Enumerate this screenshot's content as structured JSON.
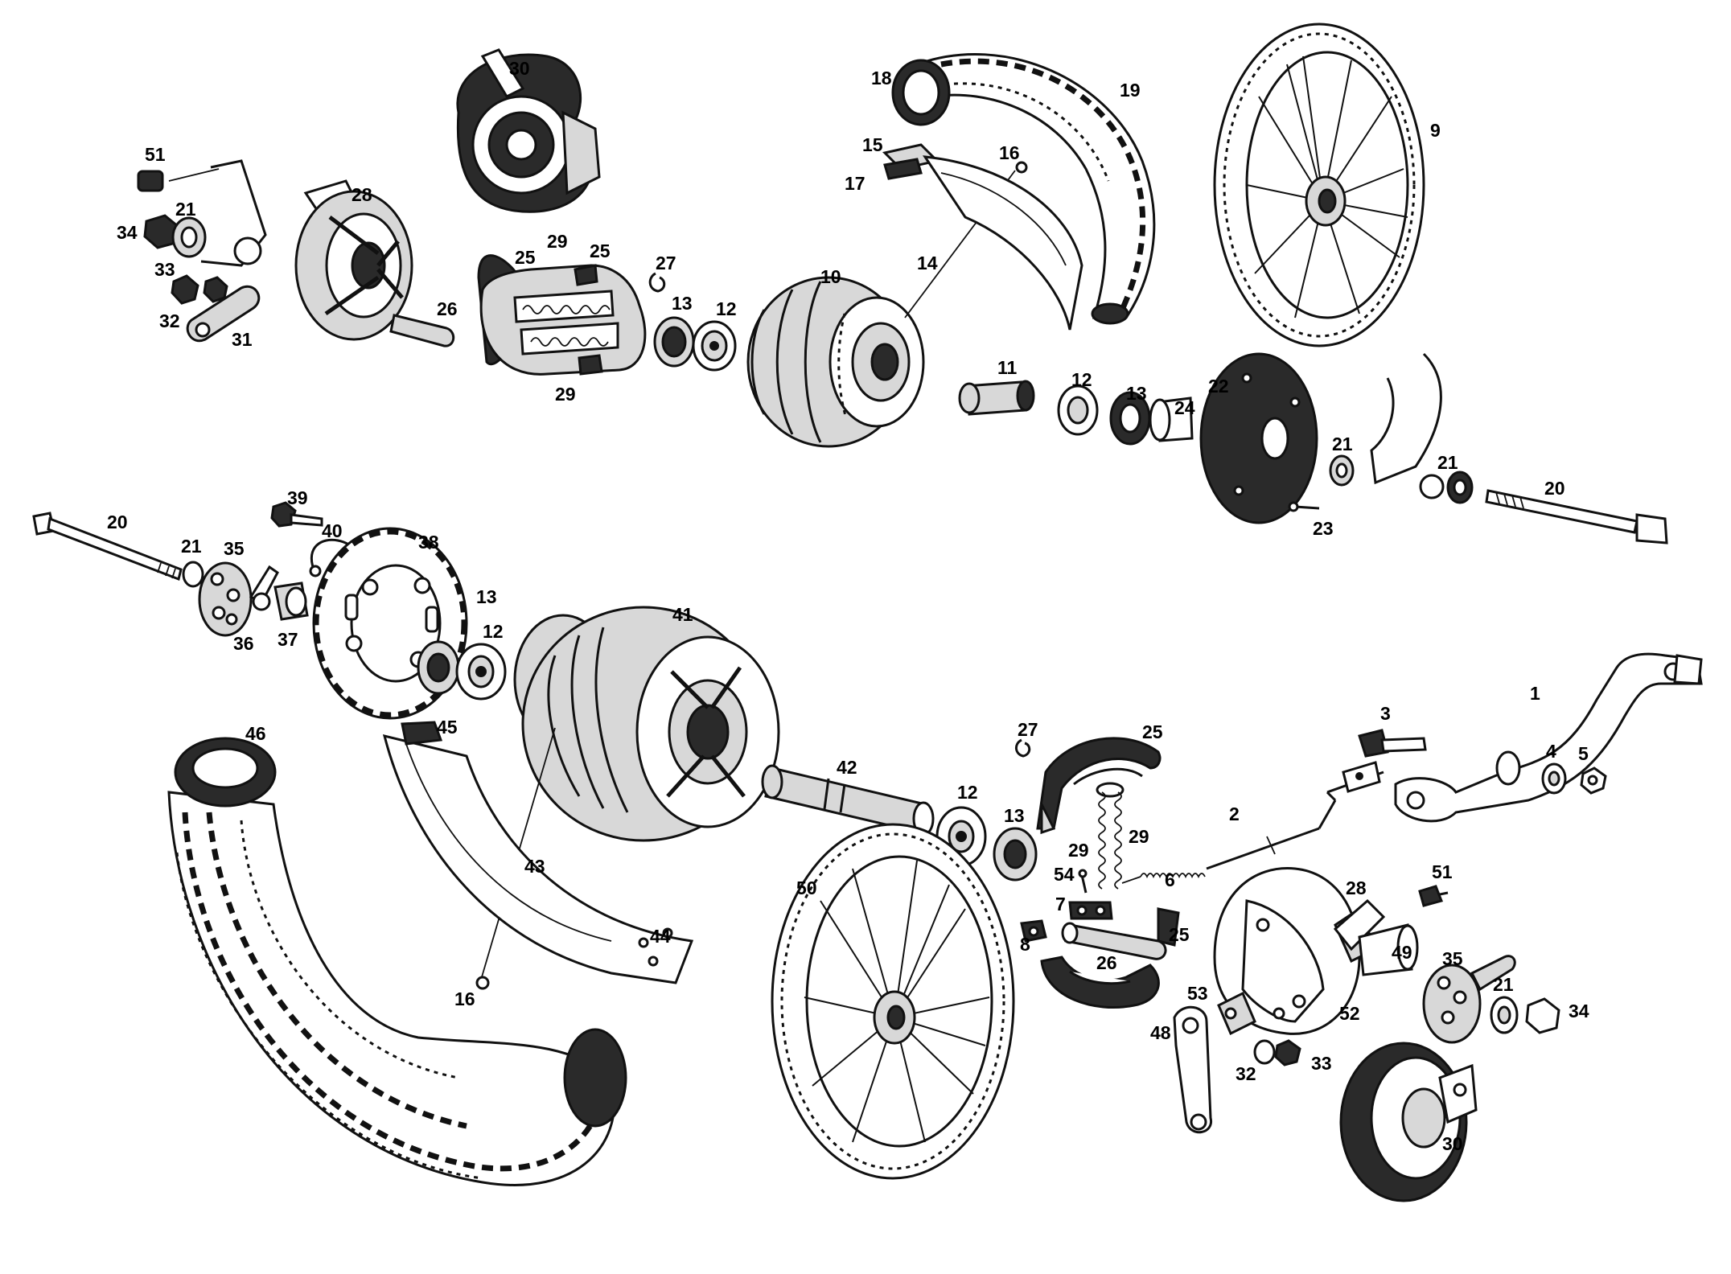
{
  "labels": {
    "p1": "1",
    "p2": "2",
    "p3": "3",
    "p4": "4",
    "p5": "5",
    "p6": "6",
    "p7": "7",
    "p8": "8",
    "p9": "9",
    "p10": "10",
    "p11": "11",
    "p12a": "12",
    "p12b": "12",
    "p12c": "12",
    "p12d": "12",
    "p13a": "13",
    "p13b": "13",
    "p13c": "13",
    "p13d": "13",
    "p14": "14",
    "p15": "15",
    "p16a": "16",
    "p16b": "16",
    "p17": "17",
    "p18": "18",
    "p19": "19",
    "p20a": "20",
    "p20b": "20",
    "p21a": "21",
    "p21b": "21",
    "p21c": "21",
    "p21d": "21",
    "p21e": "21",
    "p22": "22",
    "p23": "23",
    "p24": "24",
    "p25a": "25",
    "p25b": "25",
    "p25c": "25",
    "p25d": "25",
    "p26a": "26",
    "p26b": "26",
    "p27a": "27",
    "p27b": "27",
    "p28a": "28",
    "p28b": "28",
    "p29a": "29",
    "p29b": "29",
    "p29c": "29",
    "p29d": "29",
    "p30a": "30",
    "p30b": "30",
    "p31": "31",
    "p32a": "32",
    "p32b": "32",
    "p33a": "33",
    "p33b": "33",
    "p34a": "34",
    "p34b": "34",
    "p35a": "35",
    "p35b": "35",
    "p36": "36",
    "p37": "37",
    "p38": "38",
    "p39": "39",
    "p40": "40",
    "p41": "41",
    "p42": "42",
    "p43": "43",
    "p44": "44",
    "p45": "45",
    "p46": "46",
    "p48": "48",
    "p49": "49",
    "p50": "50",
    "p51a": "51",
    "p51b": "51",
    "p52": "52",
    "p53": "53",
    "p54": "54"
  }
}
